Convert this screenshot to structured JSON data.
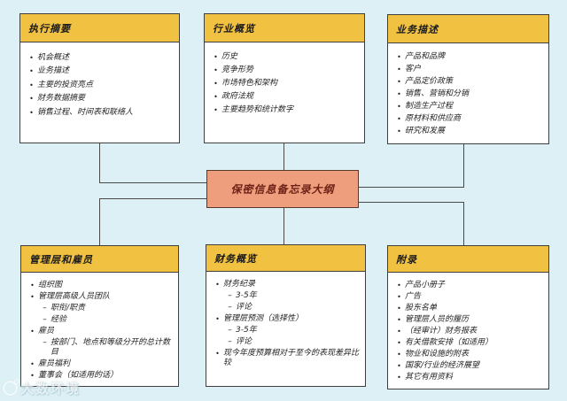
{
  "colors": {
    "background": "#DCF0F5",
    "box_header": "#F1C142",
    "box_body": "#FFFFFF",
    "box_border": "#3F3F3F",
    "center_fill": "#EF9E7D",
    "center_border": "#59392C",
    "center_text": "#6E2217",
    "connector": "#4A4A4A"
  },
  "center": {
    "label": "保密信息备忘录大纲"
  },
  "boxes": [
    {
      "title": "执行摘要",
      "items": [
        {
          "text": "机会概述",
          "level": 1
        },
        {
          "text": "业务描述",
          "level": 1
        },
        {
          "text": "主要的投资亮点",
          "level": 1
        },
        {
          "text": "财务数据摘要",
          "level": 1
        },
        {
          "text": "销售过程、时间表和联络人",
          "level": 1
        }
      ]
    },
    {
      "title": "行业概览",
      "items": [
        {
          "text": "历史",
          "level": 1
        },
        {
          "text": "竞争形势",
          "level": 1
        },
        {
          "text": "市场特色和架构",
          "level": 1
        },
        {
          "text": "政府法规",
          "level": 1
        },
        {
          "text": "主要趋势和统计数字",
          "level": 1
        }
      ]
    },
    {
      "title": "业务描述",
      "items": [
        {
          "text": "产品和品牌",
          "level": 1
        },
        {
          "text": "客户",
          "level": 1
        },
        {
          "text": "产品定价政策",
          "level": 1
        },
        {
          "text": "销售、营销和分销",
          "level": 1
        },
        {
          "text": "制造生产过程",
          "level": 1
        },
        {
          "text": "原材料和供应商",
          "level": 1
        },
        {
          "text": "研究和发展",
          "level": 1
        }
      ]
    },
    {
      "title": "管理层和雇员",
      "items": [
        {
          "text": "组织图",
          "level": 1
        },
        {
          "text": "管理层高级人员团队",
          "level": 1
        },
        {
          "text": "职衔/职责",
          "level": 2
        },
        {
          "text": "经验",
          "level": 2
        },
        {
          "text": "雇员",
          "level": 1
        },
        {
          "text": "按部门、地点和等级分开的总计数目",
          "level": 2
        },
        {
          "text": "雇员福利",
          "level": 1
        },
        {
          "text": "董事会（如适用的话）",
          "level": 1
        }
      ]
    },
    {
      "title": "财务概览",
      "items": [
        {
          "text": "财务纪录",
          "level": 1
        },
        {
          "text": "3-5年",
          "level": 2
        },
        {
          "text": "评论",
          "level": 2
        },
        {
          "text": "管理层预测（选择性）",
          "level": 1
        },
        {
          "text": "3-5年",
          "level": 2
        },
        {
          "text": "评论",
          "level": 2
        },
        {
          "text": "现今年度预算相对于至今的表现差异比较",
          "level": 1
        }
      ]
    },
    {
      "title": "附录",
      "items": [
        {
          "text": "产品小册子",
          "level": 1
        },
        {
          "text": "广告",
          "level": 1
        },
        {
          "text": "股东名单",
          "level": 1
        },
        {
          "text": "管理层人员的履历",
          "level": 1
        },
        {
          "text": "（经审计）财务报表",
          "level": 1
        },
        {
          "text": "有关借款安排（如适用）",
          "level": 1
        },
        {
          "text": "物业和设施的附表",
          "level": 1
        },
        {
          "text": "国家/行业的经济展望",
          "level": 1
        },
        {
          "text": "其它有用资料",
          "level": 1
        }
      ]
    }
  ],
  "watermark": {
    "text": "大数环境"
  }
}
